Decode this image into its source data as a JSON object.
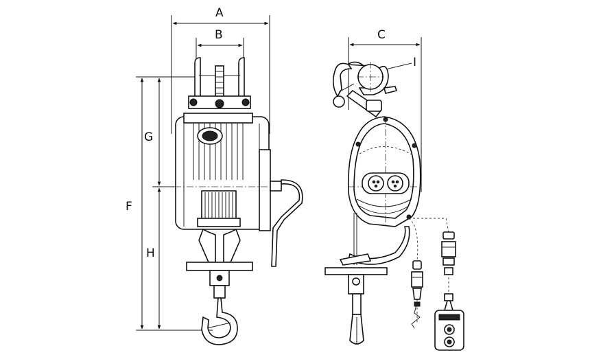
{
  "labels": {
    "A": "A",
    "B": "B",
    "C": "C",
    "I": "I",
    "F": "F",
    "G": "G",
    "H": "H"
  }
}
